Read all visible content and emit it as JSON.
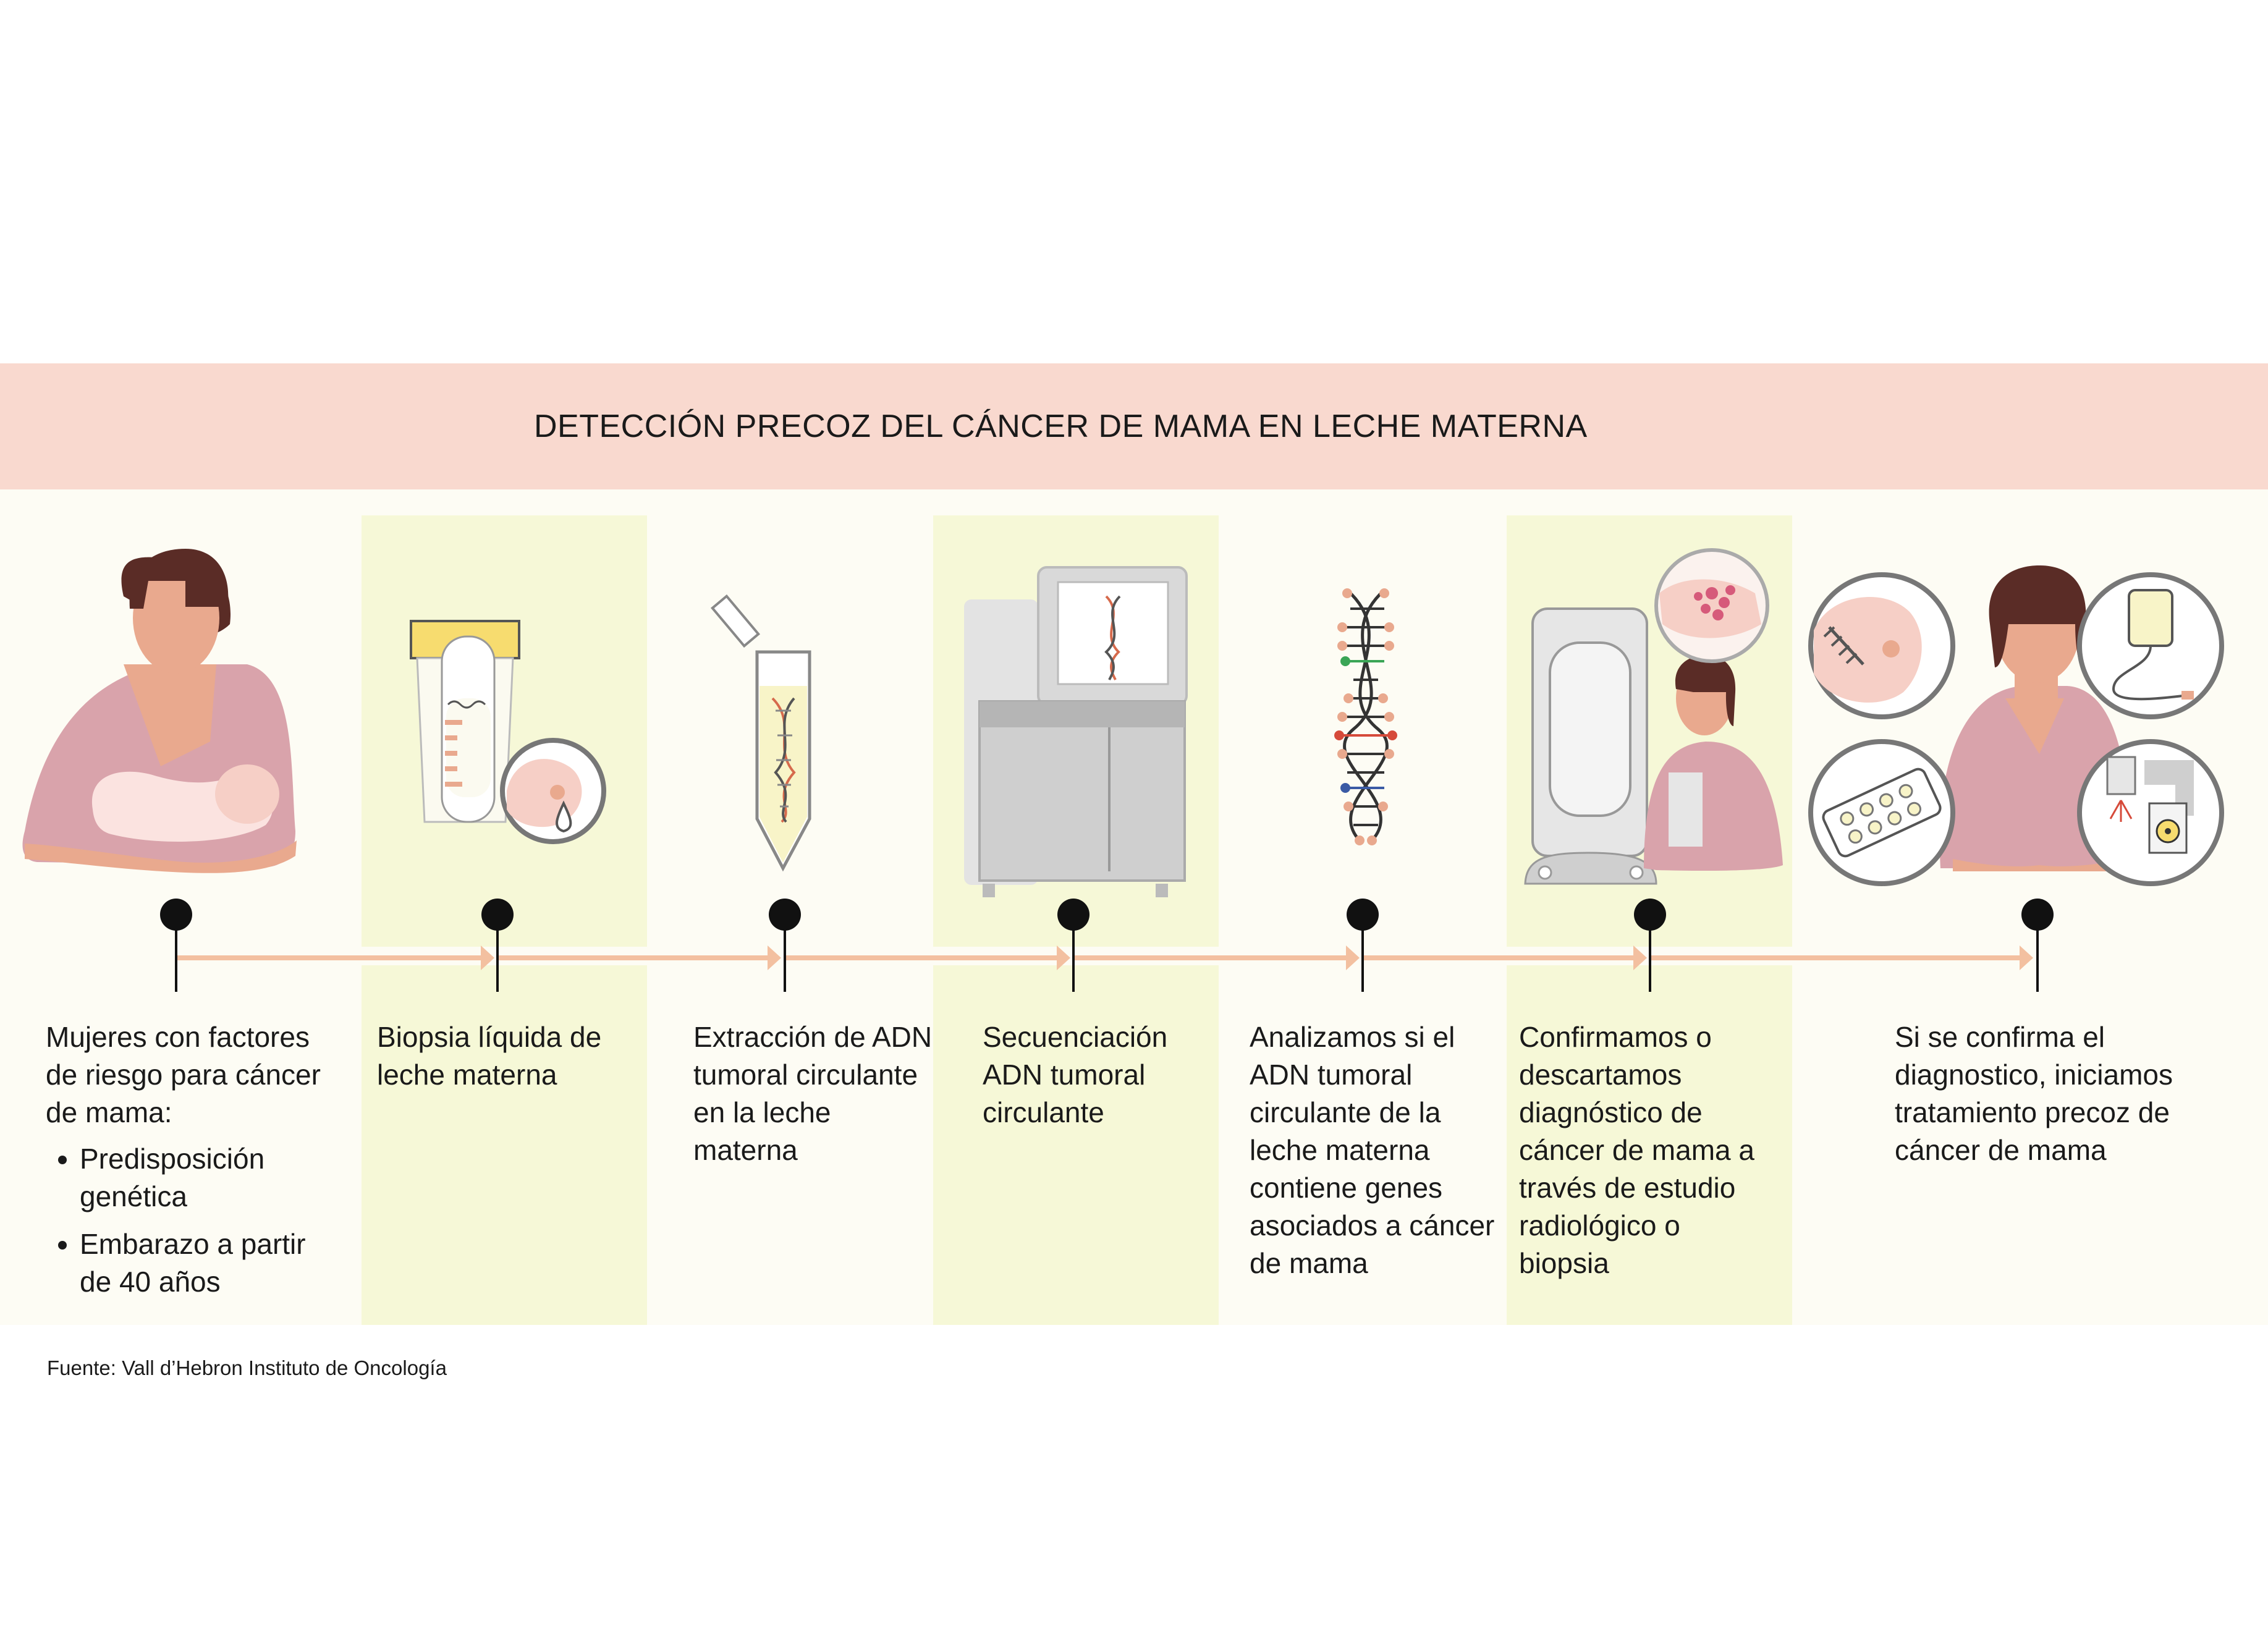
{
  "title": "DETECCIÓN PRECOZ DEL CÁNCER DE MAMA EN LECHE MATERNA",
  "colors": {
    "header_band": "#f9d9cf",
    "highlight_column": "#f6f8d7",
    "arrow": "#f3c0a0",
    "skin": "#e9a98e",
    "hair": "#5a2c26",
    "shirt": "#d9a3ab"
  },
  "steps": [
    {
      "text": "Mujeres con factores de riesgo para cáncer de mama:",
      "bullets": [
        "Predisposición genética",
        "Embarazo a partir de 40 años"
      ],
      "icon": "breastfeeding-mother-icon"
    },
    {
      "text": "Biopsia líquida de leche materna",
      "icon": "milk-sample-container-icon"
    },
    {
      "text": "Extracción de ADN tumoral circulante en la leche materna",
      "icon": "dna-test-tube-icon"
    },
    {
      "text": "Secuenciación ADN tumoral circulante",
      "icon": "dna-sequencer-icon"
    },
    {
      "text": "Analizamos si el ADN tumoral circulante de la leche materna contiene genes asociados a cáncer de mama",
      "icon": "dna-helix-icon"
    },
    {
      "text": "Confirmamos o descartamos diagnóstico de cáncer de mama a través de estudio radiológico o biopsia",
      "icon": "mammography-machine-icon"
    },
    {
      "text": "Si se confirma el diagnostico, iniciamos tratamiento precoz de cáncer de mama",
      "icon": "treatment-options-icon"
    }
  ],
  "source": "Fuente: Vall d’Hebron Instituto de Oncología"
}
